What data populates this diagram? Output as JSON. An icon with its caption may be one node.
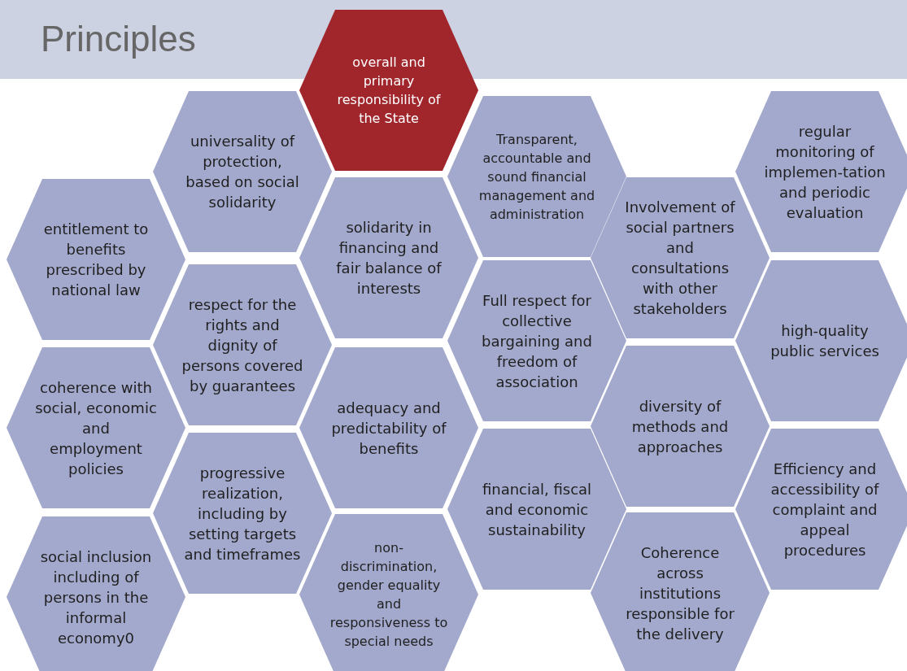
{
  "diagram": {
    "title": "Principles",
    "nodes": [
      {
        "text": [
          "entitlement to benefits prescribed by national law"
        ]
      },
      {
        "text": [
          "coherence with social, economic and employment policies"
        ]
      },
      {
        "text": [
          "social inclusion including of persons in the informal economy0"
        ]
      },
      {
        "text": [
          "universality of protection, based on social solidarity"
        ]
      },
      {
        "text": [
          "respect for the rights and dignity of persons covered by guarantees"
        ]
      },
      {
        "text": [
          "progressive realization, including by setting targets and timeframes"
        ]
      },
      {
        "text": [
          "overall and primary responsibility of the State"
        ]
      },
      {
        "text": [
          "solidarity in financing and fair balance of interests"
        ]
      },
      {
        "text": [
          "adequacy and predictability of benefits"
        ]
      },
      {
        "text": [
          "non-discrimination, gender equality and responsiveness to special needs"
        ]
      },
      {
        "text": [
          "Transparent, accountable and sound financial management and administration"
        ]
      },
      {
        "text": [
          "Full respect for collective bargaining and freedom of association"
        ]
      },
      {
        "text": [
          "financial, fiscal and economic sustainability"
        ]
      },
      {
        "text": [
          "Involvement of social partners and consultations with other stakeholders"
        ]
      },
      {
        "text": [
          "diversity of methods and approaches"
        ]
      },
      {
        "text": [
          "Coherence across institutions responsible for the delivery"
        ]
      },
      {
        "text": [
          "regular monitoring of implemen-tation and periodic evaluation"
        ]
      },
      {
        "text": [
          "high-quality public services"
        ]
      },
      {
        "text": [
          "Efficiency and accessibility of complaint and appeal procedures"
        ]
      }
    ],
    "edges": []
  }
}
